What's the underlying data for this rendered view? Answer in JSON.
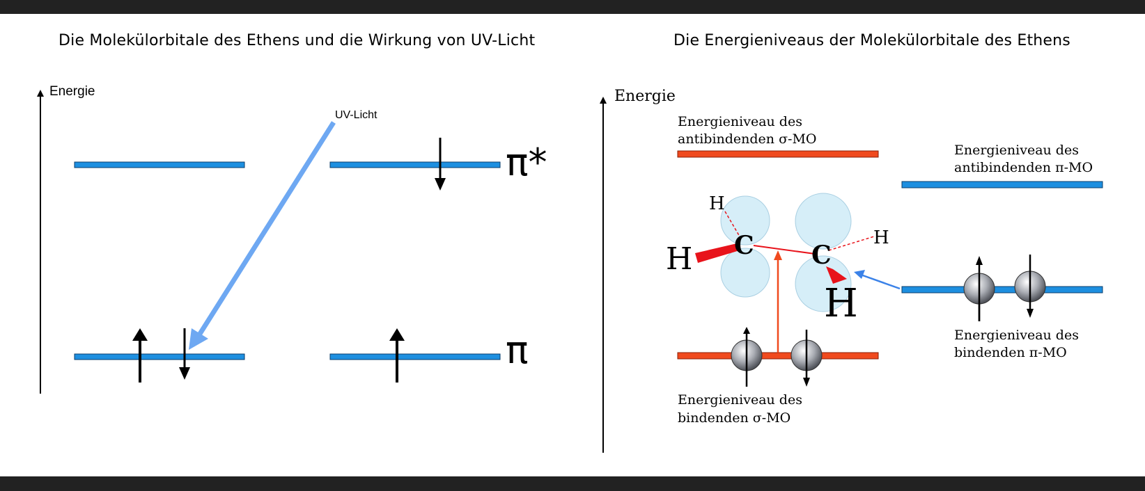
{
  "left_panel": {
    "title": "Die Molekülorbitale des Ethens und die Wirkung von UV-Licht",
    "axis_label": "Energie",
    "uv_label": "UV-Licht",
    "pi_star_label": "π*",
    "pi_label": "π"
  },
  "right_panel": {
    "title": "Die Energieniveaus der Molekülorbitale des Ethens",
    "axis_label": "Energie",
    "sigma_star": [
      "Energieniveau des",
      "antibindenden σ-MO"
    ],
    "pi_star": [
      "Energieniveau des",
      "antibindenden π-MO"
    ],
    "pi": [
      "Energieniveau des",
      "bindenden π-MO"
    ],
    "sigma": [
      "Energieniveau des",
      "bindenden σ-MO"
    ],
    "atoms": {
      "carbon": "C",
      "hydrogen": "H"
    }
  },
  "colors": {
    "level_blue": "#1d8fe0",
    "level_red": "#f04a1e",
    "uv_arrow": "#6ea8f2",
    "orbital": "#d6eef8",
    "wedge": "#e8131b"
  }
}
